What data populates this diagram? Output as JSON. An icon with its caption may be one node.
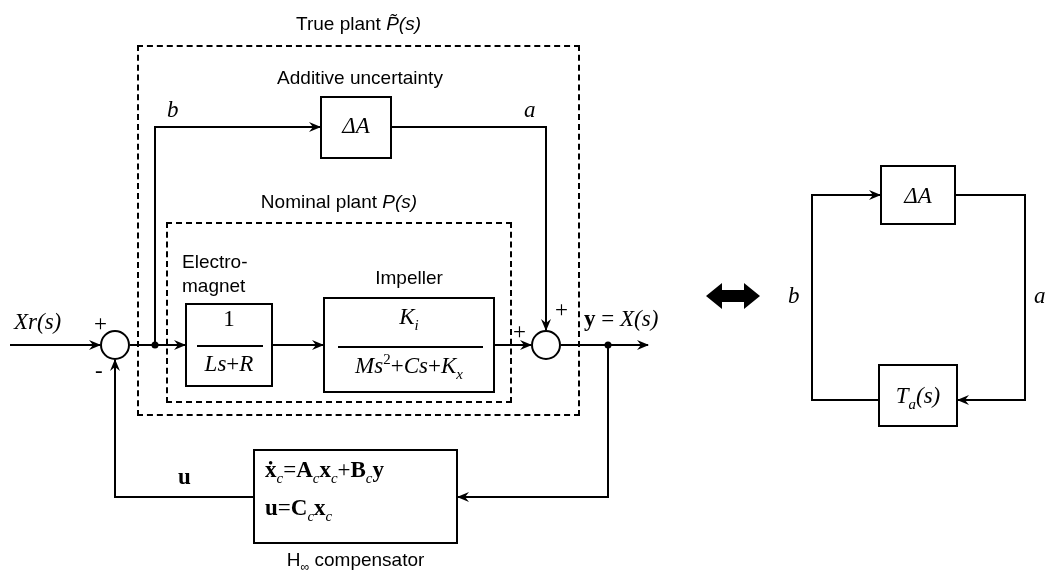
{
  "diagram": {
    "nodes": [
      {
        "text": [
          "True plant *P̃(s)*"
        ]
      },
      {
        "text": [
          "Additive uncertainty",
          "ΔA"
        ],
        "in": 0
      },
      {
        "text": [
          "Nominal plant *P(s)*"
        ],
        "in": 0
      },
      {
        "text": [
          "Electro- magnet",
          "1",
          "*Ls*+*R*"
        ],
        "in": 2
      },
      {
        "text": [
          "Impeller",
          "*K*$_{i}$",
          "*Ms*$^{2}$+*Cs*+*K*$_{x}$"
        ],
        "in": 2
      },
      {
        "text": [],
        "shape": "circle",
        "beside": [
          "+",
          "-"
        ]
      },
      {
        "text": [],
        "shape": "circle",
        "beside": [
          "+",
          "+"
        ],
        "in": 0
      },
      {
        "text": [
          "**ẋ**$_{c}$=**A**$_{c}$**x**$_{c}$+**B**$_{c}$**y**",
          "**u**=**C**$_{c}$**x**$_{c}$",
          "H$_{∞}$ compensator"
        ]
      },
      {
        "text": [
          "ΔA"
        ]
      },
      {
        "text": [
          "*T*$_{a}$*(s)*"
        ]
      }
    ],
    "edges": [
      {
        "from": null,
        "to": 5,
        "arrow": "to",
        "label": "*Xr(s)*"
      },
      {
        "from": 5,
        "to": 3,
        "arrow": "to"
      },
      {
        "from": 5,
        "to": 1,
        "arrow": "to",
        "label": "*b*"
      },
      {
        "from": 1,
        "to": 6,
        "arrow": "to",
        "label": "*a*"
      },
      {
        "from": 3,
        "to": 4,
        "arrow": "to"
      },
      {
        "from": 4,
        "to": 6,
        "arrow": "to"
      },
      {
        "from": 6,
        "to": null,
        "arrow": "to",
        "label": "**y** = *X(s)*"
      },
      {
        "from": 6,
        "to": 7,
        "arrow": "to"
      },
      {
        "from": 7,
        "to": 5,
        "arrow": "to",
        "label": "**u**"
      },
      {
        "from": 9,
        "to": 8,
        "arrow": "to",
        "label": "*b*"
      },
      {
        "from": 8,
        "to": 9,
        "arrow": "to",
        "label": "*a*"
      }
    ]
  }
}
